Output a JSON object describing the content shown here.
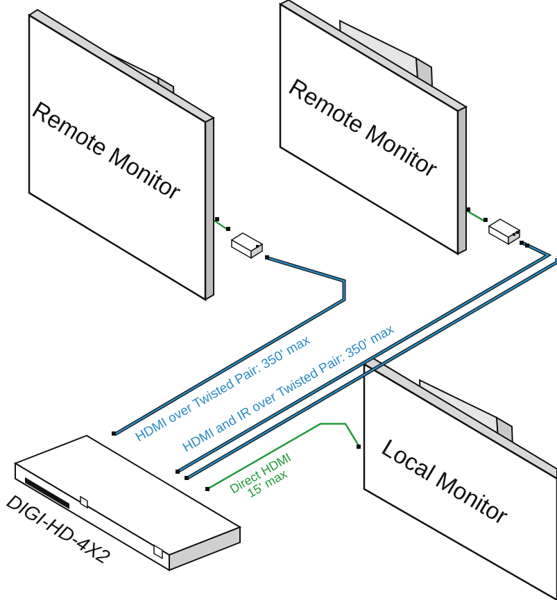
{
  "labels": {
    "remote_monitor_1": "Remote Monitor",
    "remote_monitor_2": "Remote Monitor",
    "local_monitor": "Local Monitor",
    "device": "DIGI-HD-4X2"
  },
  "cables": {
    "cable_1": "HDMI over Twisted Pair: 350' max",
    "cable_2": "HDMI and IR over Twisted Pair: 350' max",
    "direct_line1": "Direct HDMI",
    "direct_line2": "15' max"
  },
  "colors": {
    "twisted_pair": "#2a8bc4",
    "direct_hdmi": "#1f9a3a",
    "outline": "#111111",
    "face": "#ffffff",
    "shade": "#bdbdbd",
    "connector": "#111111"
  }
}
